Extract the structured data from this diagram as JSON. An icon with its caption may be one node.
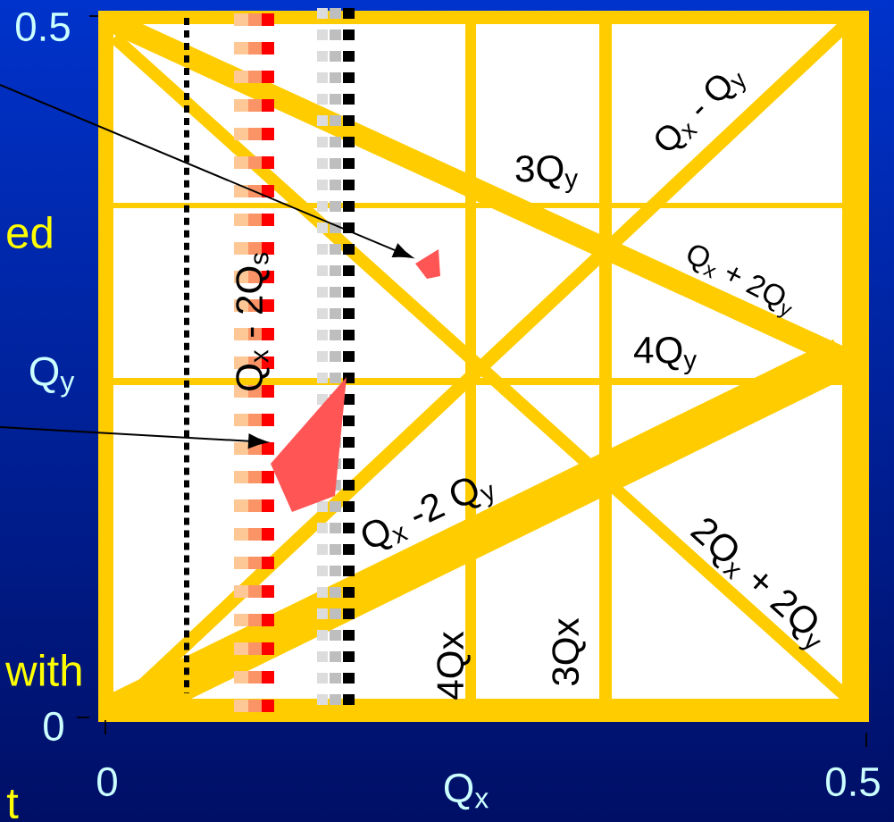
{
  "diagram": {
    "nodes": [
      {
        "text": [],
        "shape": "polygon"
      },
      {
        "text": [],
        "shape": "polygon"
      }
    ],
    "edges": [
      {
        "from": null,
        "to": 0,
        "arrow": "to"
      },
      {
        "from": null,
        "to": 1,
        "arrow": "to"
      }
    ],
    "labels": [
      "0.5",
      "Q$_{x}$ - Q$_{y}$",
      "3Q$_{y}$",
      "ed",
      "Q$_{x}$ + 2Q$_{y}$",
      "Q$_{x}$ - 2Q$_{s}$",
      "Q$_{y}$",
      "4Q$_{y}$",
      "Q$_{x}$ -2 Q$_{y}$",
      "2Q$_{x}$ + 2Q$_{y}$",
      "with",
      "4Qx",
      "3Qx",
      "0",
      "0",
      "Q$_{x}$",
      "0.5",
      "t"
    ]
  }
}
